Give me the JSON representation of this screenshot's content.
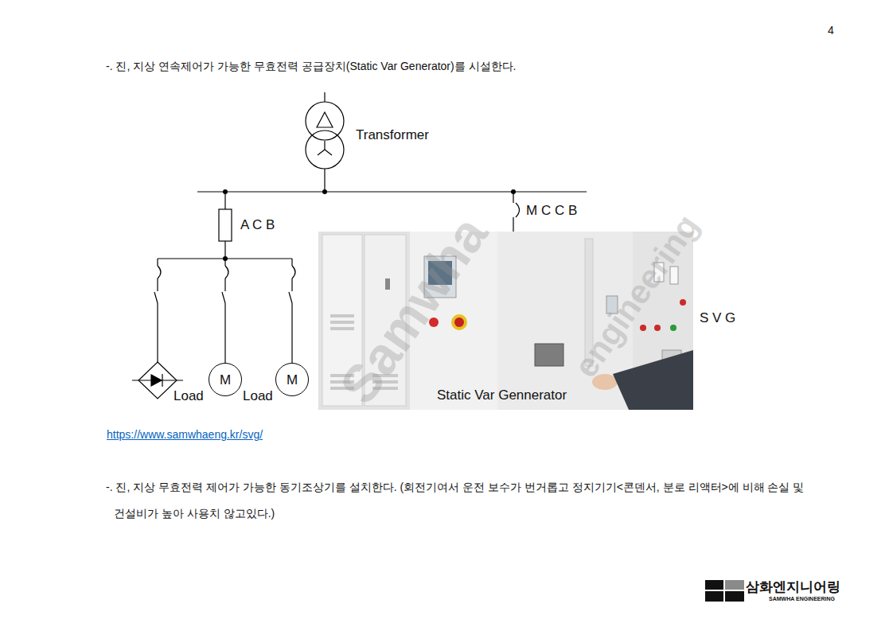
{
  "diagram": {
    "nodes": [
      {
        "text": [
          "M"
        ]
      },
      {
        "text": [
          "M"
        ]
      }
    ],
    "labels": [
      "4",
      "-. 진, 지상 연속제어가 가능한 무효전력 공급장치(Static Var Generator)를 시설한다.",
      "Transformer",
      "A C B",
      "M C C B",
      "S V G",
      "Load",
      "Load",
      "Static Var Gennerator",
      "https://www.samwhaeng.kr/svg/",
      "-. 진, 지상 무효전력 제어가 가능한 동기조상기를 설치한다. (회전기여서 운전 보수가 번거롭고 정지기기<콘덴서, 분로 리액터>에 비해 손실 및 건설비가 높아 사용치 않고있다.)",
      "삼화엔지니어링",
      "SAMWHA ENGINEERING",
      "Samwha",
      "engineering"
    ]
  }
}
